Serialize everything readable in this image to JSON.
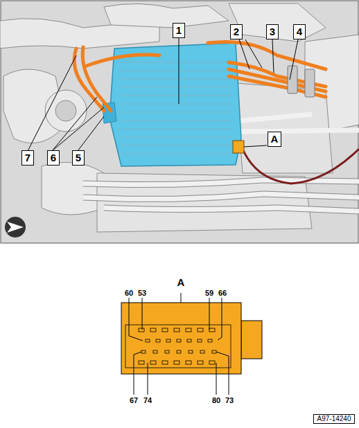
{
  "diagram": {
    "nodes": [
      {
        "text": [
          "A"
        ]
      }
    ],
    "labels": [
      "1",
      "2",
      "3",
      "4",
      "A",
      "7",
      "6",
      "5",
      "60",
      "53",
      "59",
      "66",
      "67",
      "74",
      "80",
      "73",
      "A97-14240"
    ]
  }
}
